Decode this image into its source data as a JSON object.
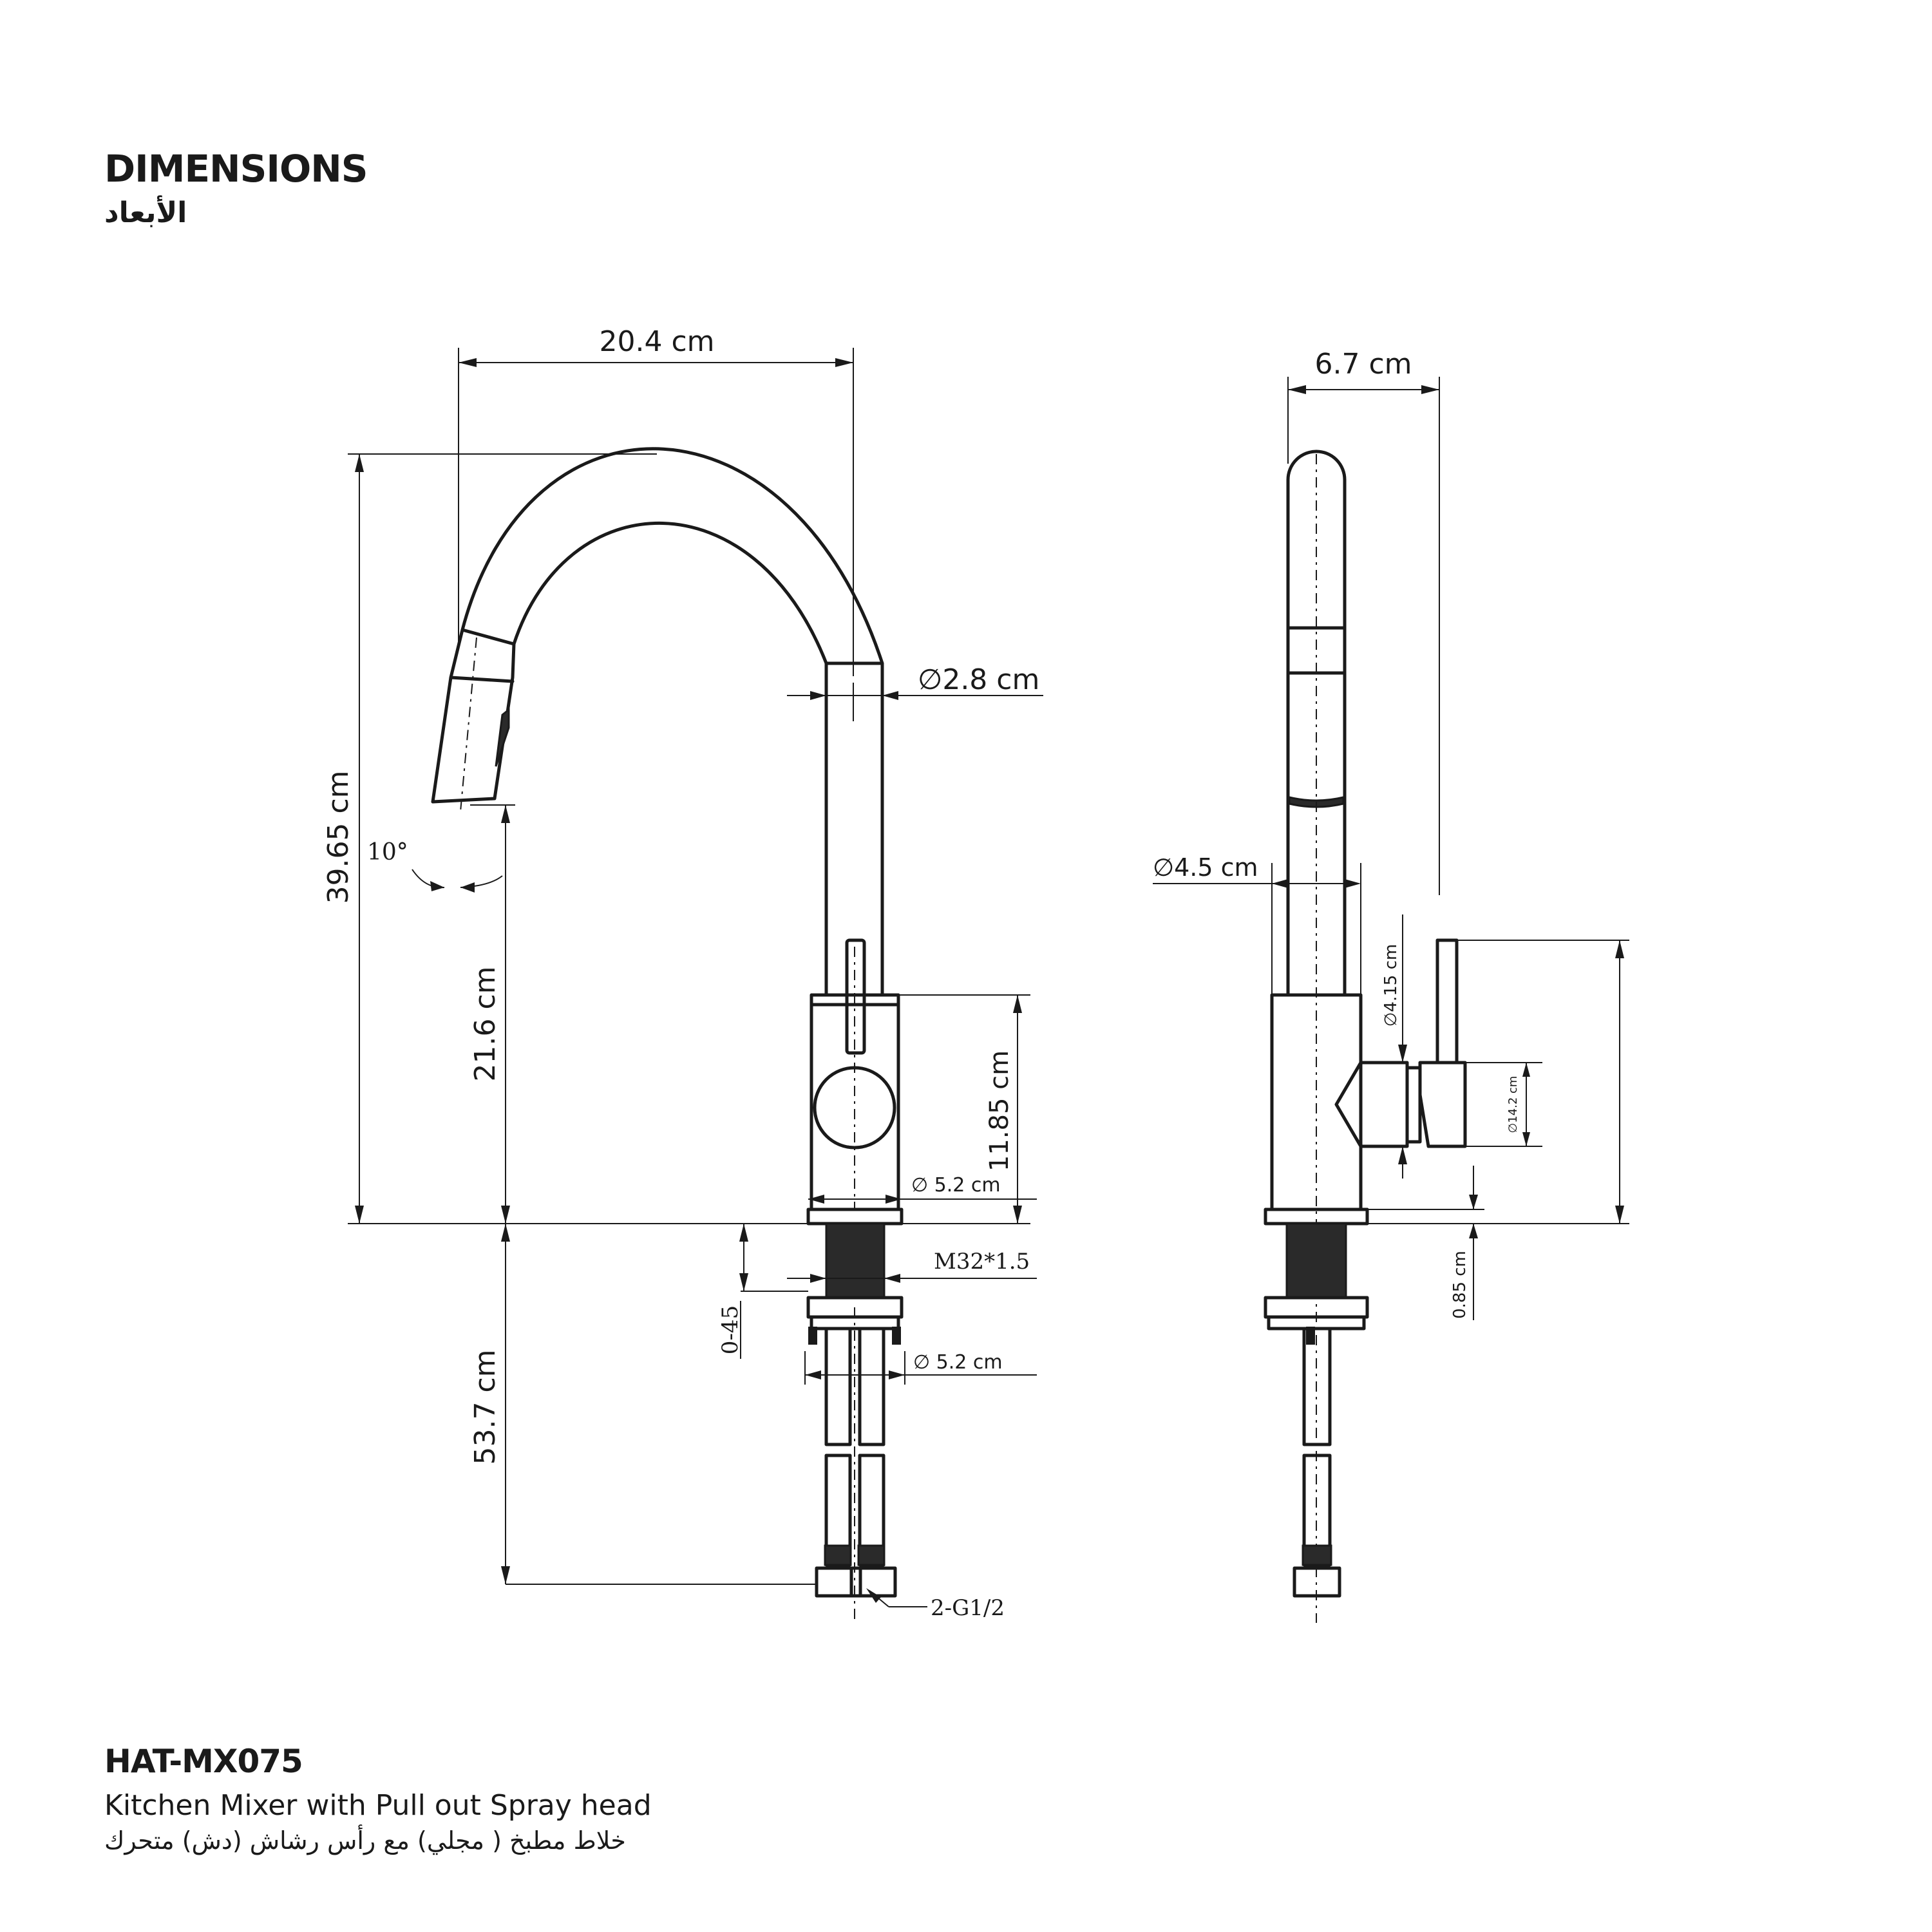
{
  "header": {
    "title": "DIMENSIONS",
    "title_ar": "الأبعاد"
  },
  "product": {
    "code": "HAT-MX075",
    "name": "Kitchen Mixer with Pull out Spray head",
    "name_ar": "خلاط مطبخ ( مجلي) مع رأس رشاش (دش) متحرك"
  },
  "front_view": {
    "width": "20.4 cm",
    "total_height": "39.65 cm",
    "spout_height": "21.6 cm",
    "spout_diameter": "∅2.8 cm",
    "spray_angle": "10°",
    "body_height": "11.85 cm",
    "base_diameter": "∅ 5.2 cm",
    "thread": "M32*1.5",
    "deck_range": "0-45",
    "shank_diameter": "∅ 5.2 cm",
    "hose_length": "53.7 cm",
    "connector": "2-G1/2"
  },
  "side_view": {
    "depth": "6.7 cm",
    "body_diameter": "∅4.5 cm",
    "lever_diameter": "∅4.15 cm",
    "lever_hub_diameter": "∅14.2 cm",
    "base_ring": "0.85 cm"
  }
}
